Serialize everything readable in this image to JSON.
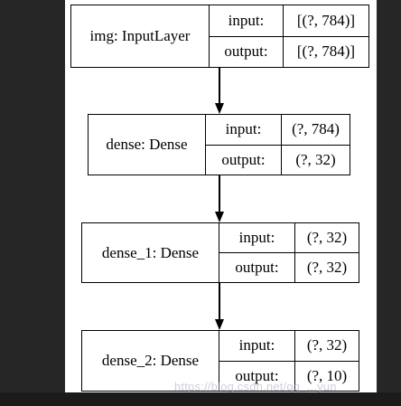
{
  "nodes": [
    {
      "name": "img: InputLayer",
      "input_label": "input:",
      "input_value": "[(?, 784)]",
      "output_label": "output:",
      "output_value": "[(?, 784)]"
    },
    {
      "name": "dense: Dense",
      "input_label": "input:",
      "input_value": "(?, 784)",
      "output_label": "output:",
      "output_value": "(?, 32)"
    },
    {
      "name": "dense_1: Dense",
      "input_label": "input:",
      "input_value": "(?, 32)",
      "output_label": "output:",
      "output_value": "(?, 32)"
    },
    {
      "name": "dense_2: Dense",
      "input_label": "input:",
      "input_value": "(?, 32)",
      "output_label": "output:",
      "output_value": "(?, 10)"
    }
  ],
  "watermark": "https://blog.csdn.net/qq_...yun",
  "colors": {
    "background": "#222222",
    "canvas": "#ffffff",
    "stroke": "#000000"
  }
}
